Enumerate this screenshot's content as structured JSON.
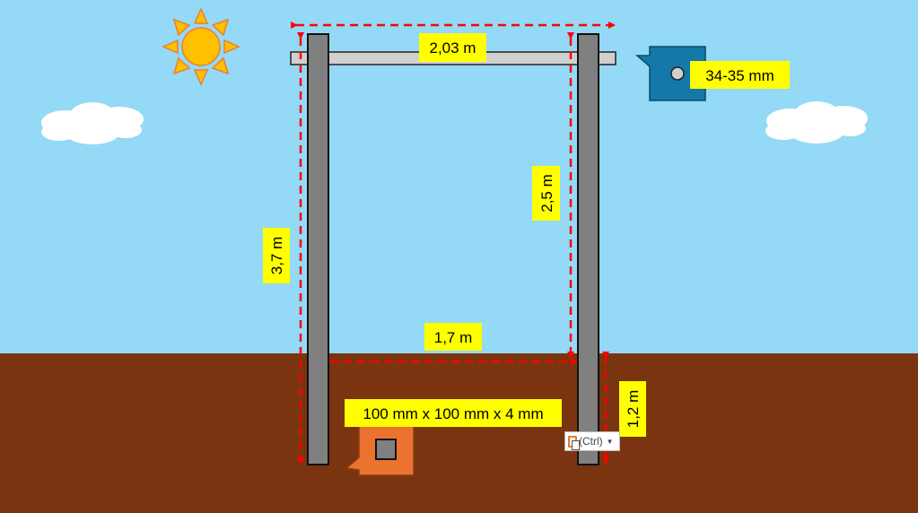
{
  "labels": {
    "top_width": "2,03 m",
    "bar_diameter": "34-35 mm",
    "total_height": "3,7 m",
    "clear_height": "2,5 m",
    "inner_width": "1,7 m",
    "post_profile": "100 mm x 100 mm x 4 mm",
    "buried_depth": "1,2 m"
  },
  "paste_options": {
    "label": "(Ctrl)"
  },
  "colors": {
    "sky": "#94d9f6",
    "ground": "#7b3410",
    "post": "#808080",
    "label_bg": "#ffff00",
    "dimension": "#ff0000",
    "callout_blue": "#1479a8",
    "callout_orange": "#ec7230",
    "sun": "#ffc000"
  }
}
